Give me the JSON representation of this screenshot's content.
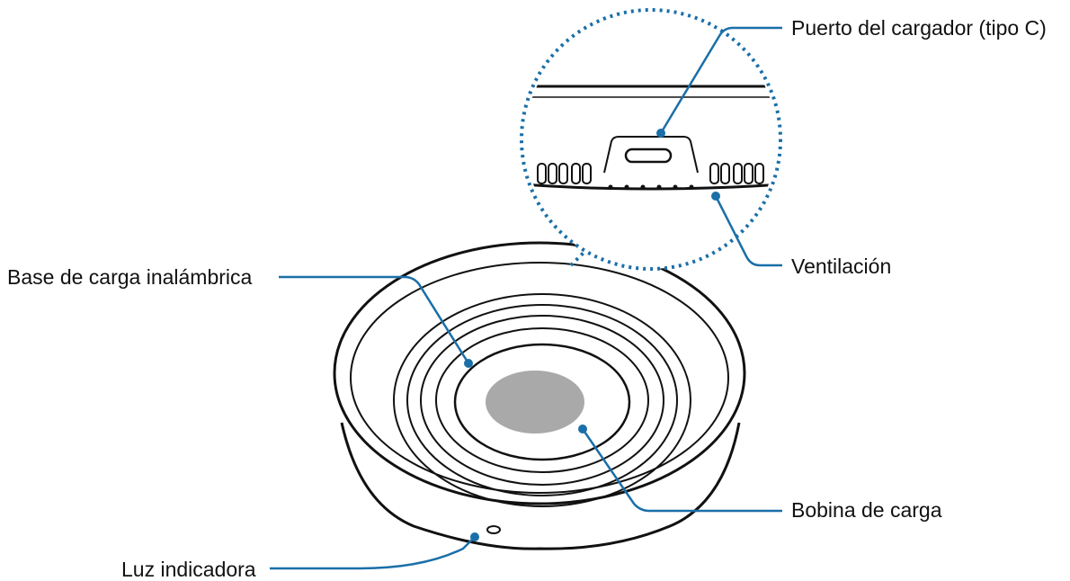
{
  "labels": {
    "charger_port": "Puerto del cargador (tipo C)",
    "ventilation": "Ventilación",
    "base": "Base de carga inalámbrica",
    "coil": "Bobina de carga",
    "indicator_light": "Luz indicadora"
  },
  "colors": {
    "callout": "#1a6fa8",
    "outline": "#111111",
    "coil_fill": "#a9a9a9",
    "dotted_circle": "#1a6fa8"
  }
}
